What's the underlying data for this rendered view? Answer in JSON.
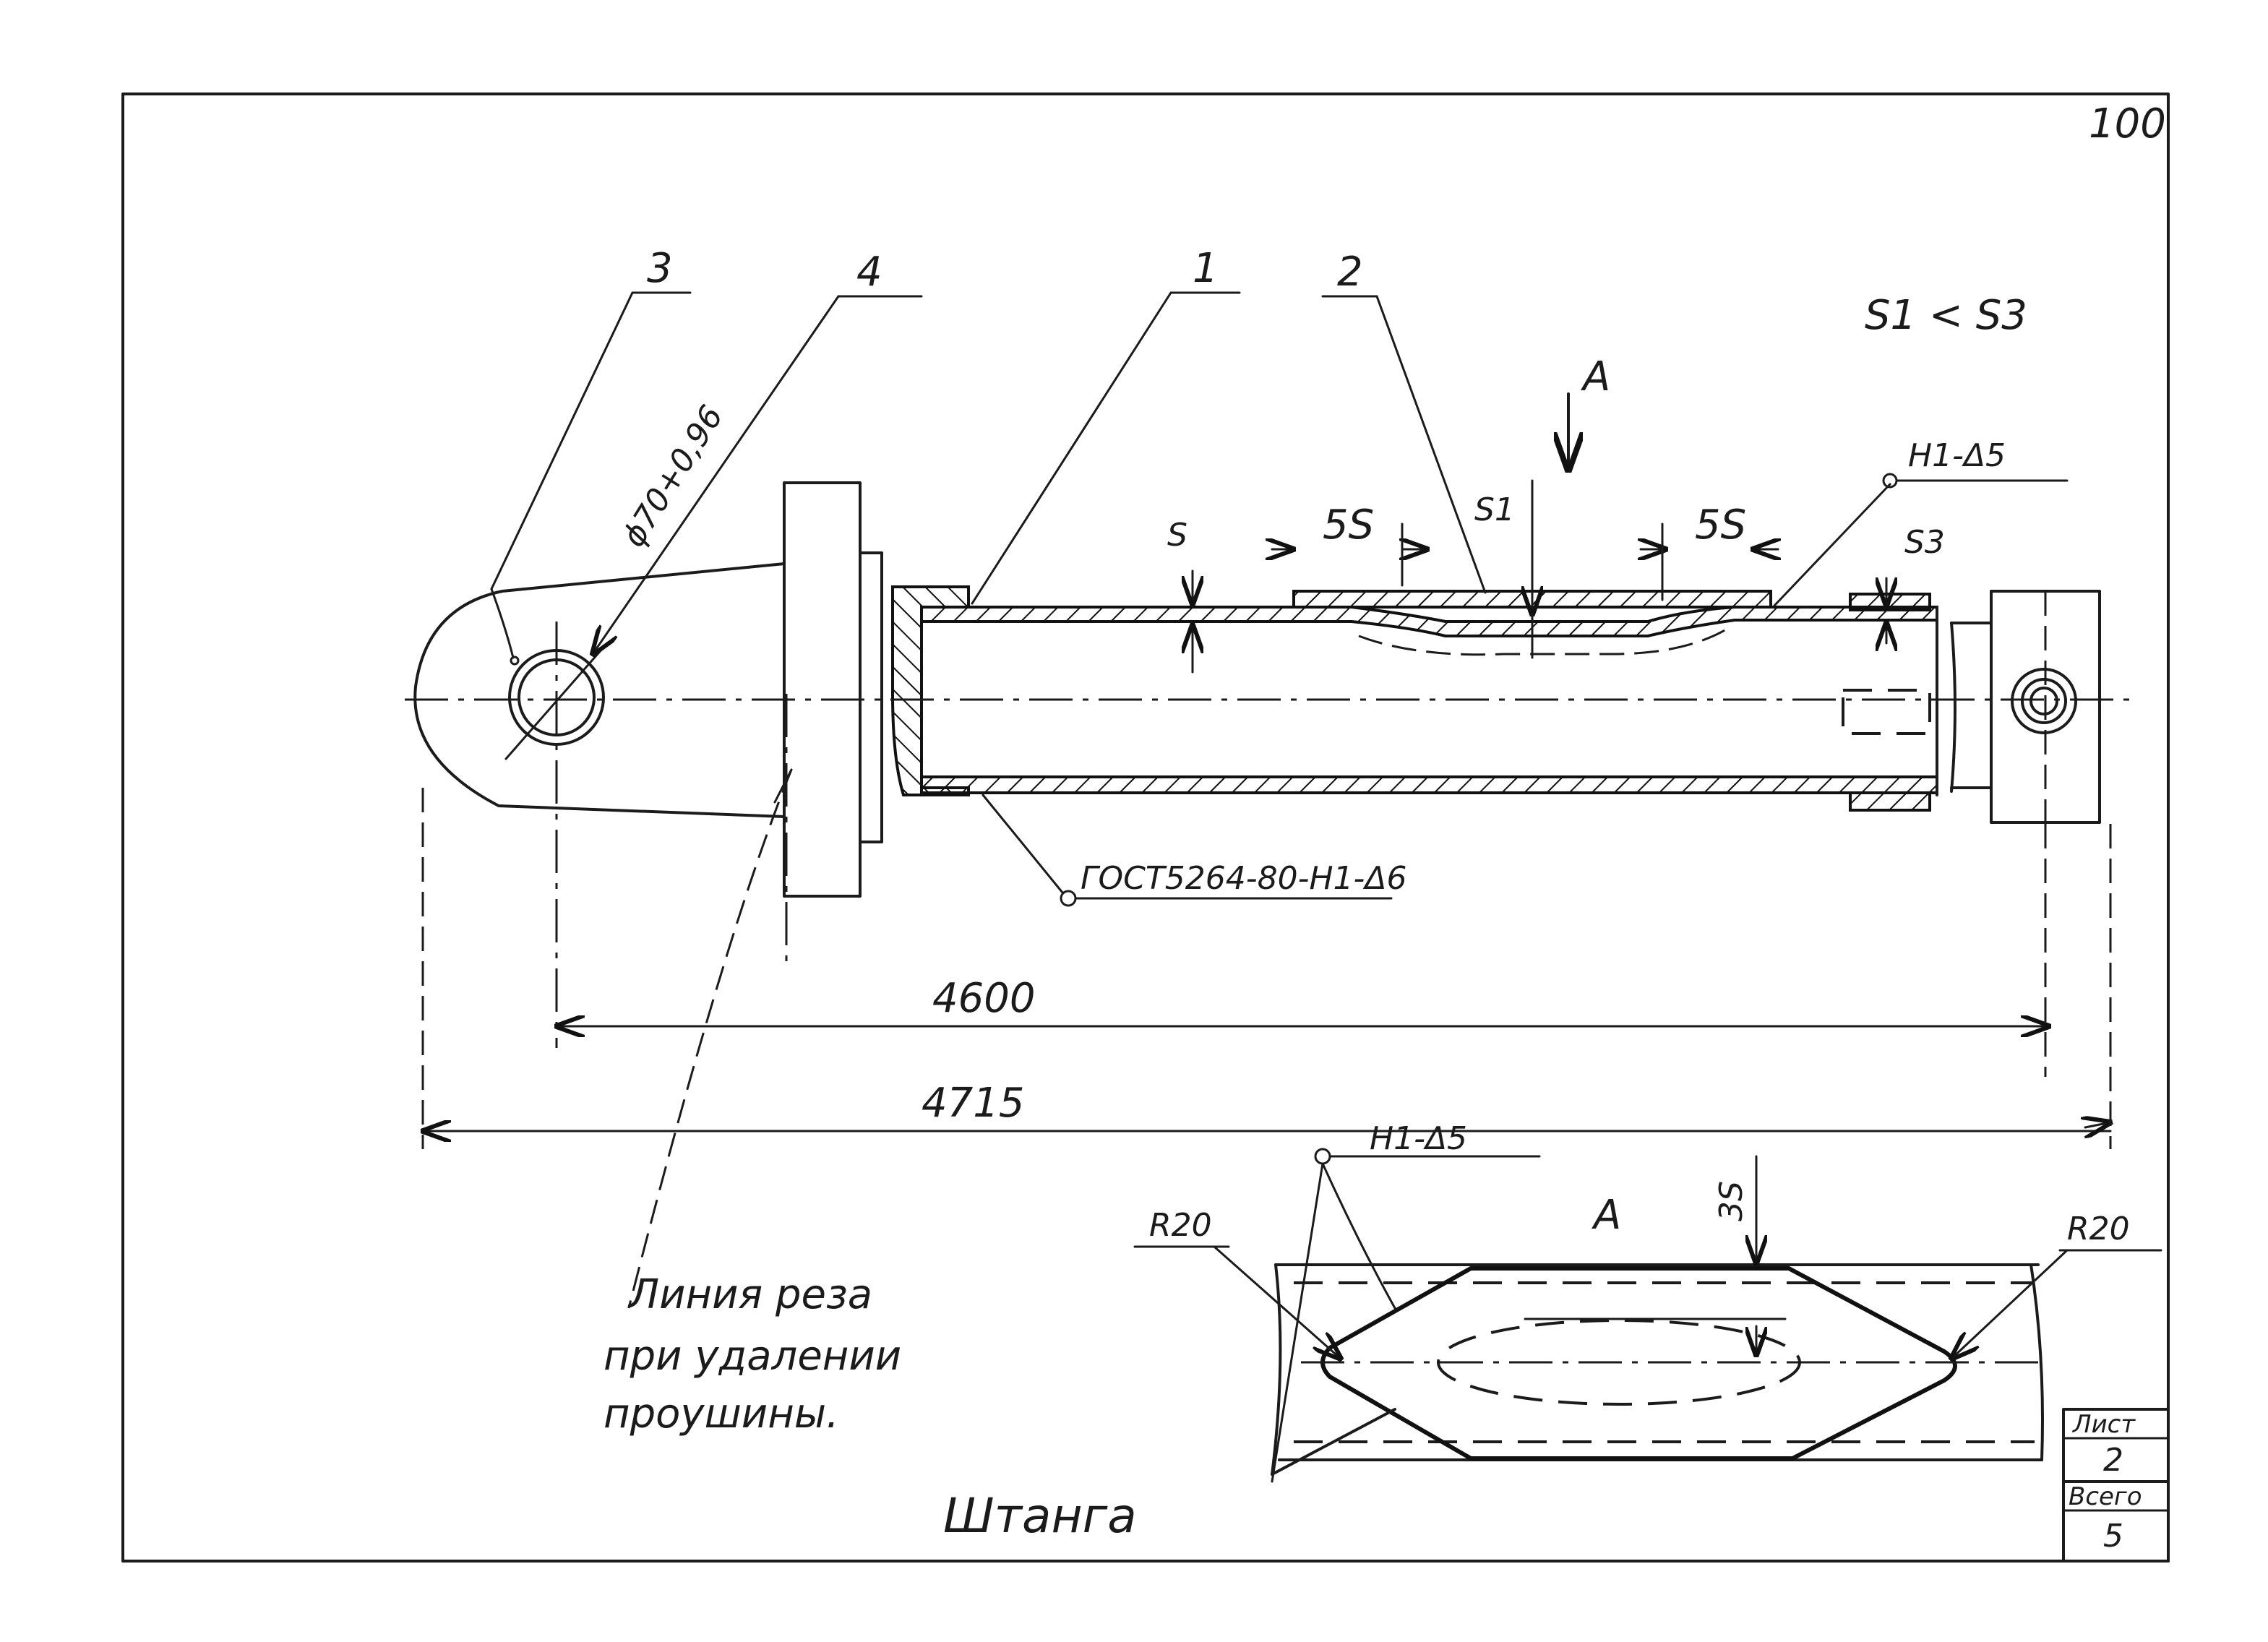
{
  "sheet_number": "100",
  "title": "Штанга",
  "note_lines": [
    "Линия реза",
    "при удалении",
    "проушины."
  ],
  "callouts": {
    "c1": "1",
    "c2": "2",
    "c3": "3",
    "c4": "4"
  },
  "condition": "S1 < S3",
  "view_label_top": "A",
  "view_label_detail": "A",
  "hole_diameter": "ϕ70+0,96",
  "weld_top": "Н1-Δ5",
  "weld_bottom": "ГОСТ5264-80-Н1-Δ6",
  "weld_detail": "Н1-Δ5",
  "dims": {
    "overlap_left": "5S",
    "overlap_right": "5S",
    "thickness_s": "S",
    "thickness_s1": "S1",
    "thickness_s3": "S3",
    "length_4600": "4600",
    "length_4715": "4715",
    "detail_3s": "3S",
    "radius_left": "R20",
    "radius_right": "R20"
  },
  "title_block": {
    "sheet_label": "Лист",
    "sheet_value": "2",
    "total_label": "Всего",
    "total_value": "5"
  }
}
